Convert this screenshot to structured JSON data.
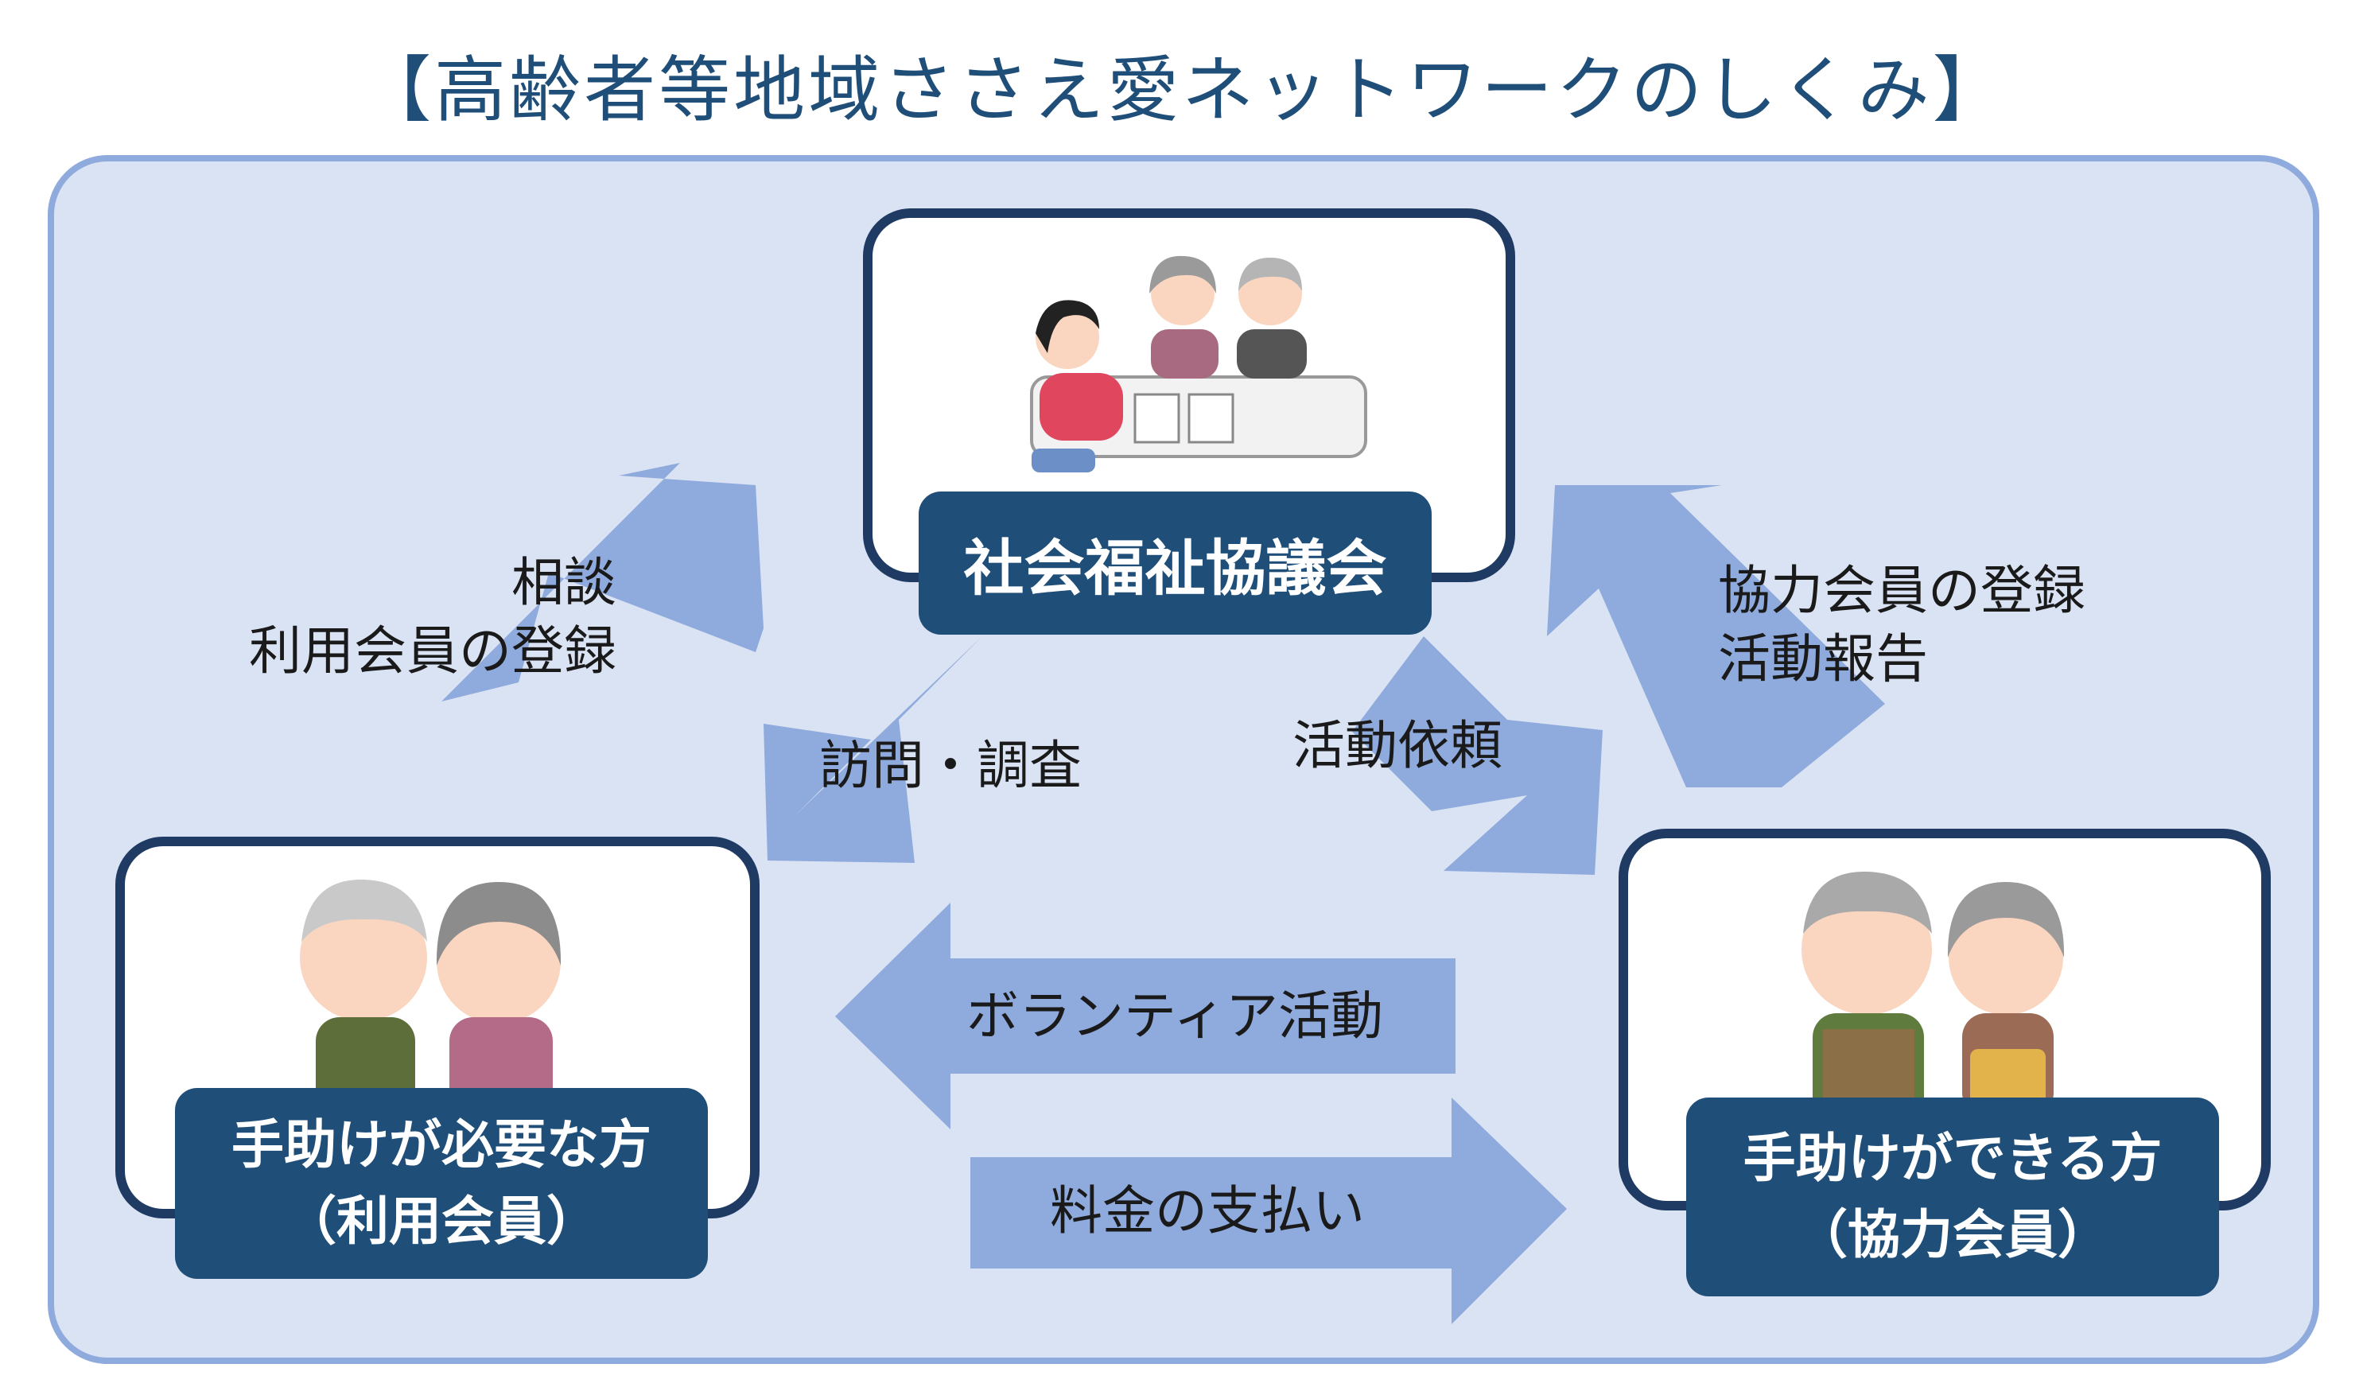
{
  "title": "【高齢者等地域ささえ愛ネットワークのしくみ】",
  "nodes": {
    "council": {
      "label": "社会福祉協議会"
    },
    "user": {
      "line1": "手助けが必要な方",
      "line2": "（利用会員）"
    },
    "helper": {
      "line1": "手助けができる方",
      "line2": "（協力会員）"
    }
  },
  "flows": {
    "consult": {
      "line1": "相談",
      "line2": "利用会員の登録"
    },
    "visit": {
      "label": "訪問・調査"
    },
    "request": {
      "label": "活動依頼"
    },
    "register": {
      "line1": "協力会員の登録",
      "line2": "活動報告"
    },
    "volunteer": {
      "label": "ボランティア活動"
    },
    "payment": {
      "label": "料金の支払い"
    }
  },
  "colors": {
    "panel_bg": "#dae3f3",
    "panel_border": "#8faadc",
    "arrow": "#8faadc",
    "card_border": "#1f3b64",
    "label_bg": "#1f4e79",
    "title_text": "#1f4e79"
  }
}
